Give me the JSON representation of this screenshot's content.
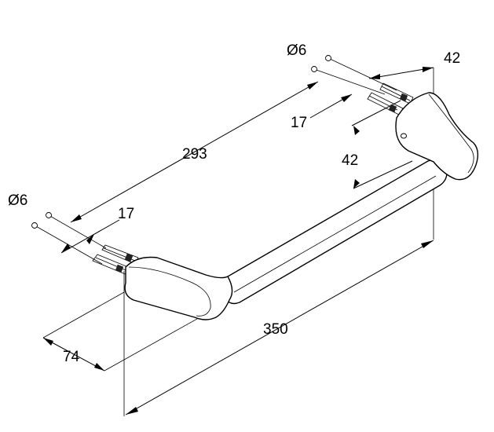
{
  "dimensions": {
    "diameter_left": "Ø6",
    "diameter_right": "Ø6",
    "depth_left": "17",
    "depth_right": "17",
    "hole_spacing": "293",
    "offset_top": "42",
    "offset_side": "42",
    "projection": "74",
    "overall_length": "350"
  }
}
